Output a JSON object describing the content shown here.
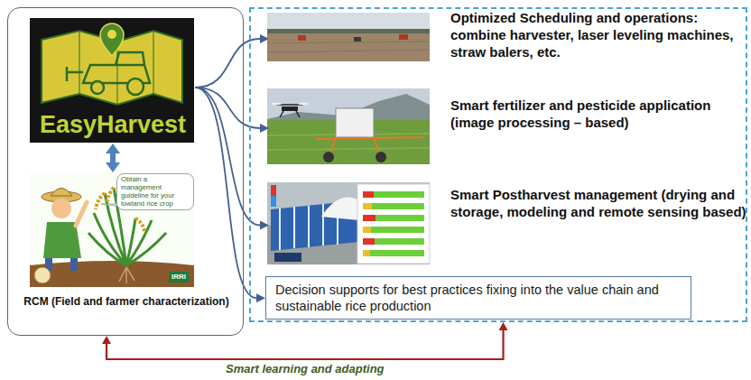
{
  "diagram": {
    "nodes": [
      {
        "text": [
          "RCM (Field and farmer characterization)"
        ]
      },
      {
        "text": [
          "EasyHarvest"
        ],
        "in": 0
      },
      {
        "text": [
          "Obtain a management guideline for your lowland rice crop",
          "IRRI"
        ],
        "in": 0
      },
      {
        "text": []
      },
      {
        "text": [
          "Optimized Scheduling and operations: combine harvester, laser leveling machines, straw balers, etc."
        ],
        "in": 3
      },
      {
        "text": [
          "Smart fertilizer and pesticide application (image processing – based)"
        ],
        "in": 3
      },
      {
        "text": [
          "Smart Postharvest management (drying and storage, modeling and remote sensing based)"
        ],
        "in": 3
      },
      {
        "text": [
          "Decision supports for best practices fixing into the value chain and sustainable rice production"
        ],
        "in": 3
      }
    ],
    "edges": [
      {
        "from": 1,
        "to": 2,
        "arrow": "both"
      },
      {
        "from": 1,
        "to": 4,
        "arrow": "to"
      },
      {
        "from": 1,
        "to": 5,
        "arrow": "to"
      },
      {
        "from": 1,
        "to": 6,
        "arrow": "to"
      },
      {
        "from": 1,
        "to": 7,
        "arrow": "to"
      },
      {
        "from": 0,
        "to": 3,
        "arrow": "both",
        "label": "Smart learning and adapting"
      }
    ]
  }
}
